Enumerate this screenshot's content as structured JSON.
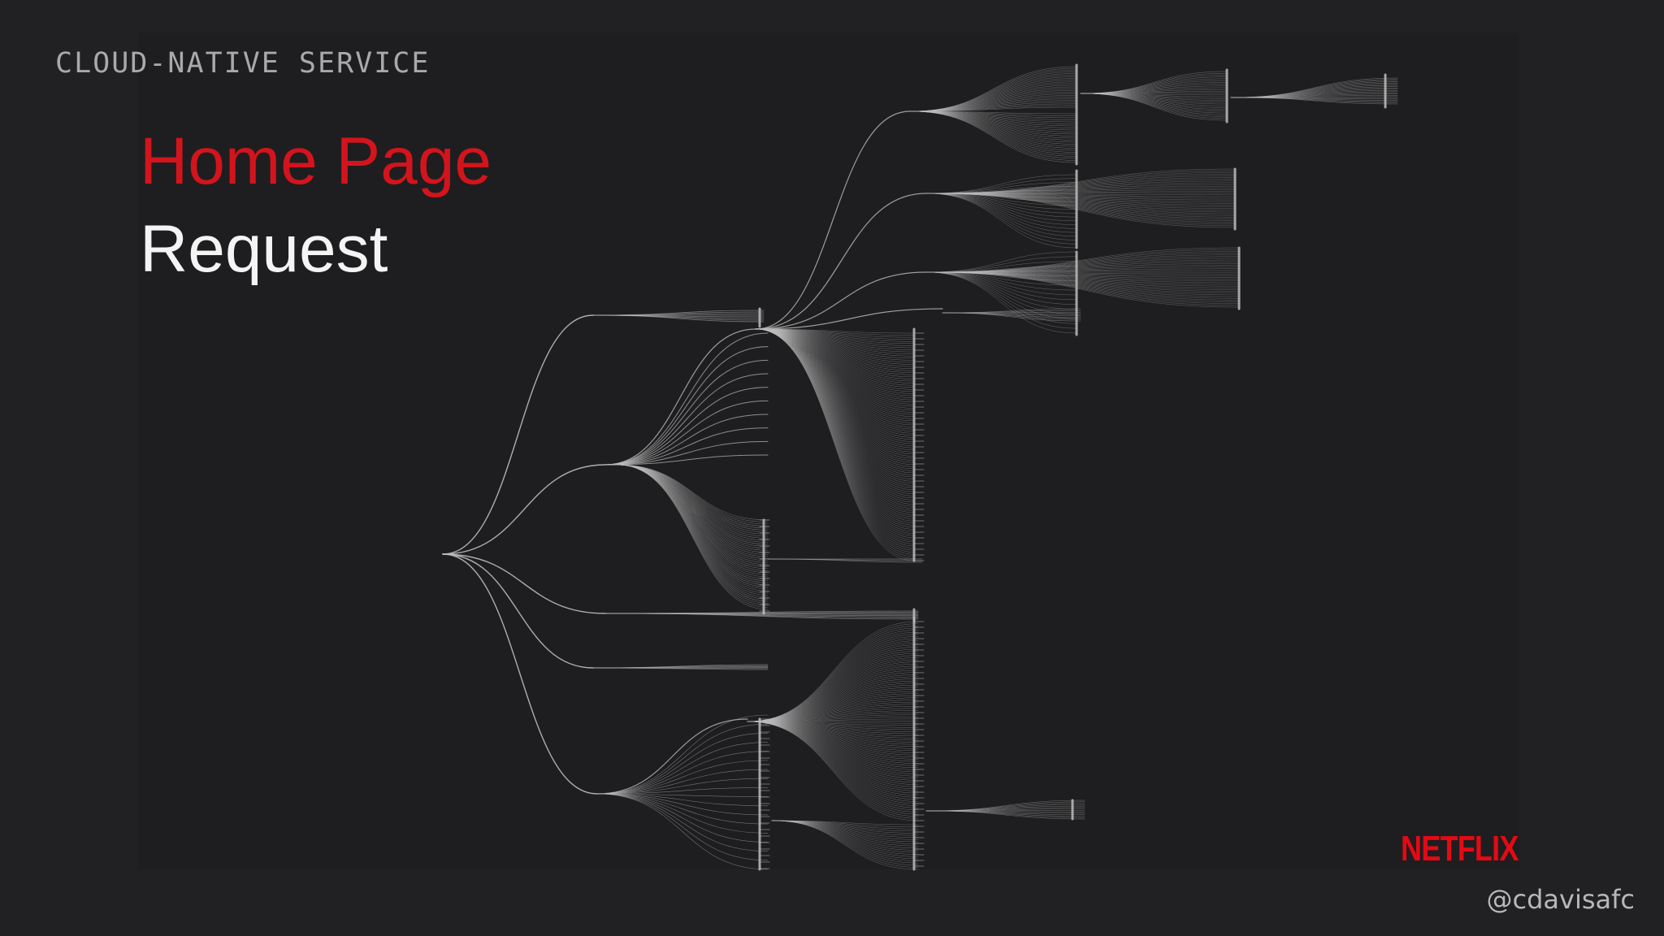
{
  "slide": {
    "section_label": "CLOUD-NATIVE SERVICE",
    "title_line_1": "Home Page",
    "title_line_2": "Request",
    "brand": "NETFLIX",
    "handle": "@cdavisafc"
  },
  "colors": {
    "background": "#212123",
    "title_accent": "#d3141c",
    "title_text": "#f4f4f4",
    "label_text": "#a9a9ab",
    "tree_lines": "#bdbdbd",
    "brand": "#e50914"
  }
}
